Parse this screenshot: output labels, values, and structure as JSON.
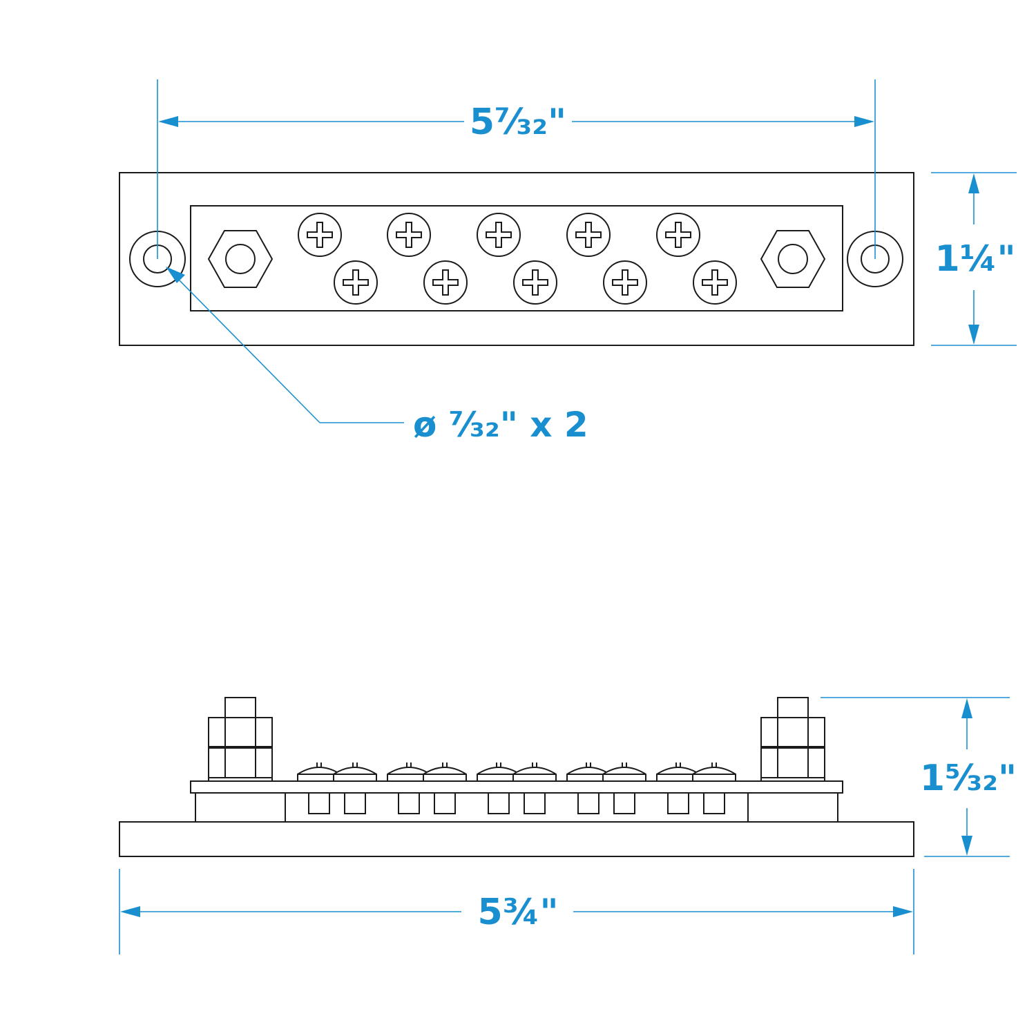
{
  "colors": {
    "ink": "#1a1a1a",
    "dimension": "#1a8fd0",
    "background": "#ffffff"
  },
  "top_view": {
    "hole_spacing_label": "5⁷⁄₃₂\"",
    "height_label": "1¼\"",
    "hole_callout_label": "ø ⁷⁄₃₂\" x 2",
    "screw_count": 10,
    "stud_count": 2,
    "mount_hole_count": 2
  },
  "side_view": {
    "height_label": "1⁵⁄₃₂\"",
    "length_label": "5¾\""
  }
}
